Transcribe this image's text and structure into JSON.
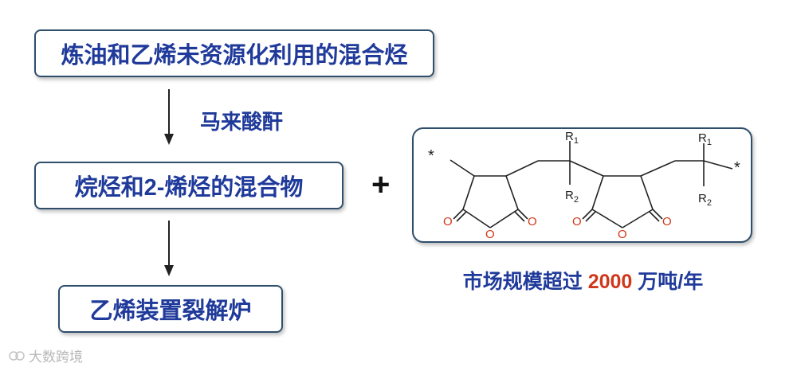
{
  "flow": {
    "step1": "炼油和乙烯未资源化利用的混合烃",
    "reagent": "马来酸酐",
    "step2": "烷烃和2-烯烃的混合物",
    "step3": "乙烯装置裂解炉"
  },
  "plus_sign": "+",
  "structure": {
    "end_group": "*",
    "substituent_1": "R",
    "substituent_1_sub": "1",
    "substituent_2": "R",
    "substituent_2_sub": "2",
    "oxygen": "O"
  },
  "caption": {
    "prefix": "市场规模超过",
    "value": "2000",
    "suffix": "万吨/年"
  },
  "watermark": {
    "text": "大数跨境"
  },
  "colors": {
    "text_blue": "#1f3a9a",
    "border": "#2f4e6b",
    "oxygen_red": "#d0381c"
  }
}
